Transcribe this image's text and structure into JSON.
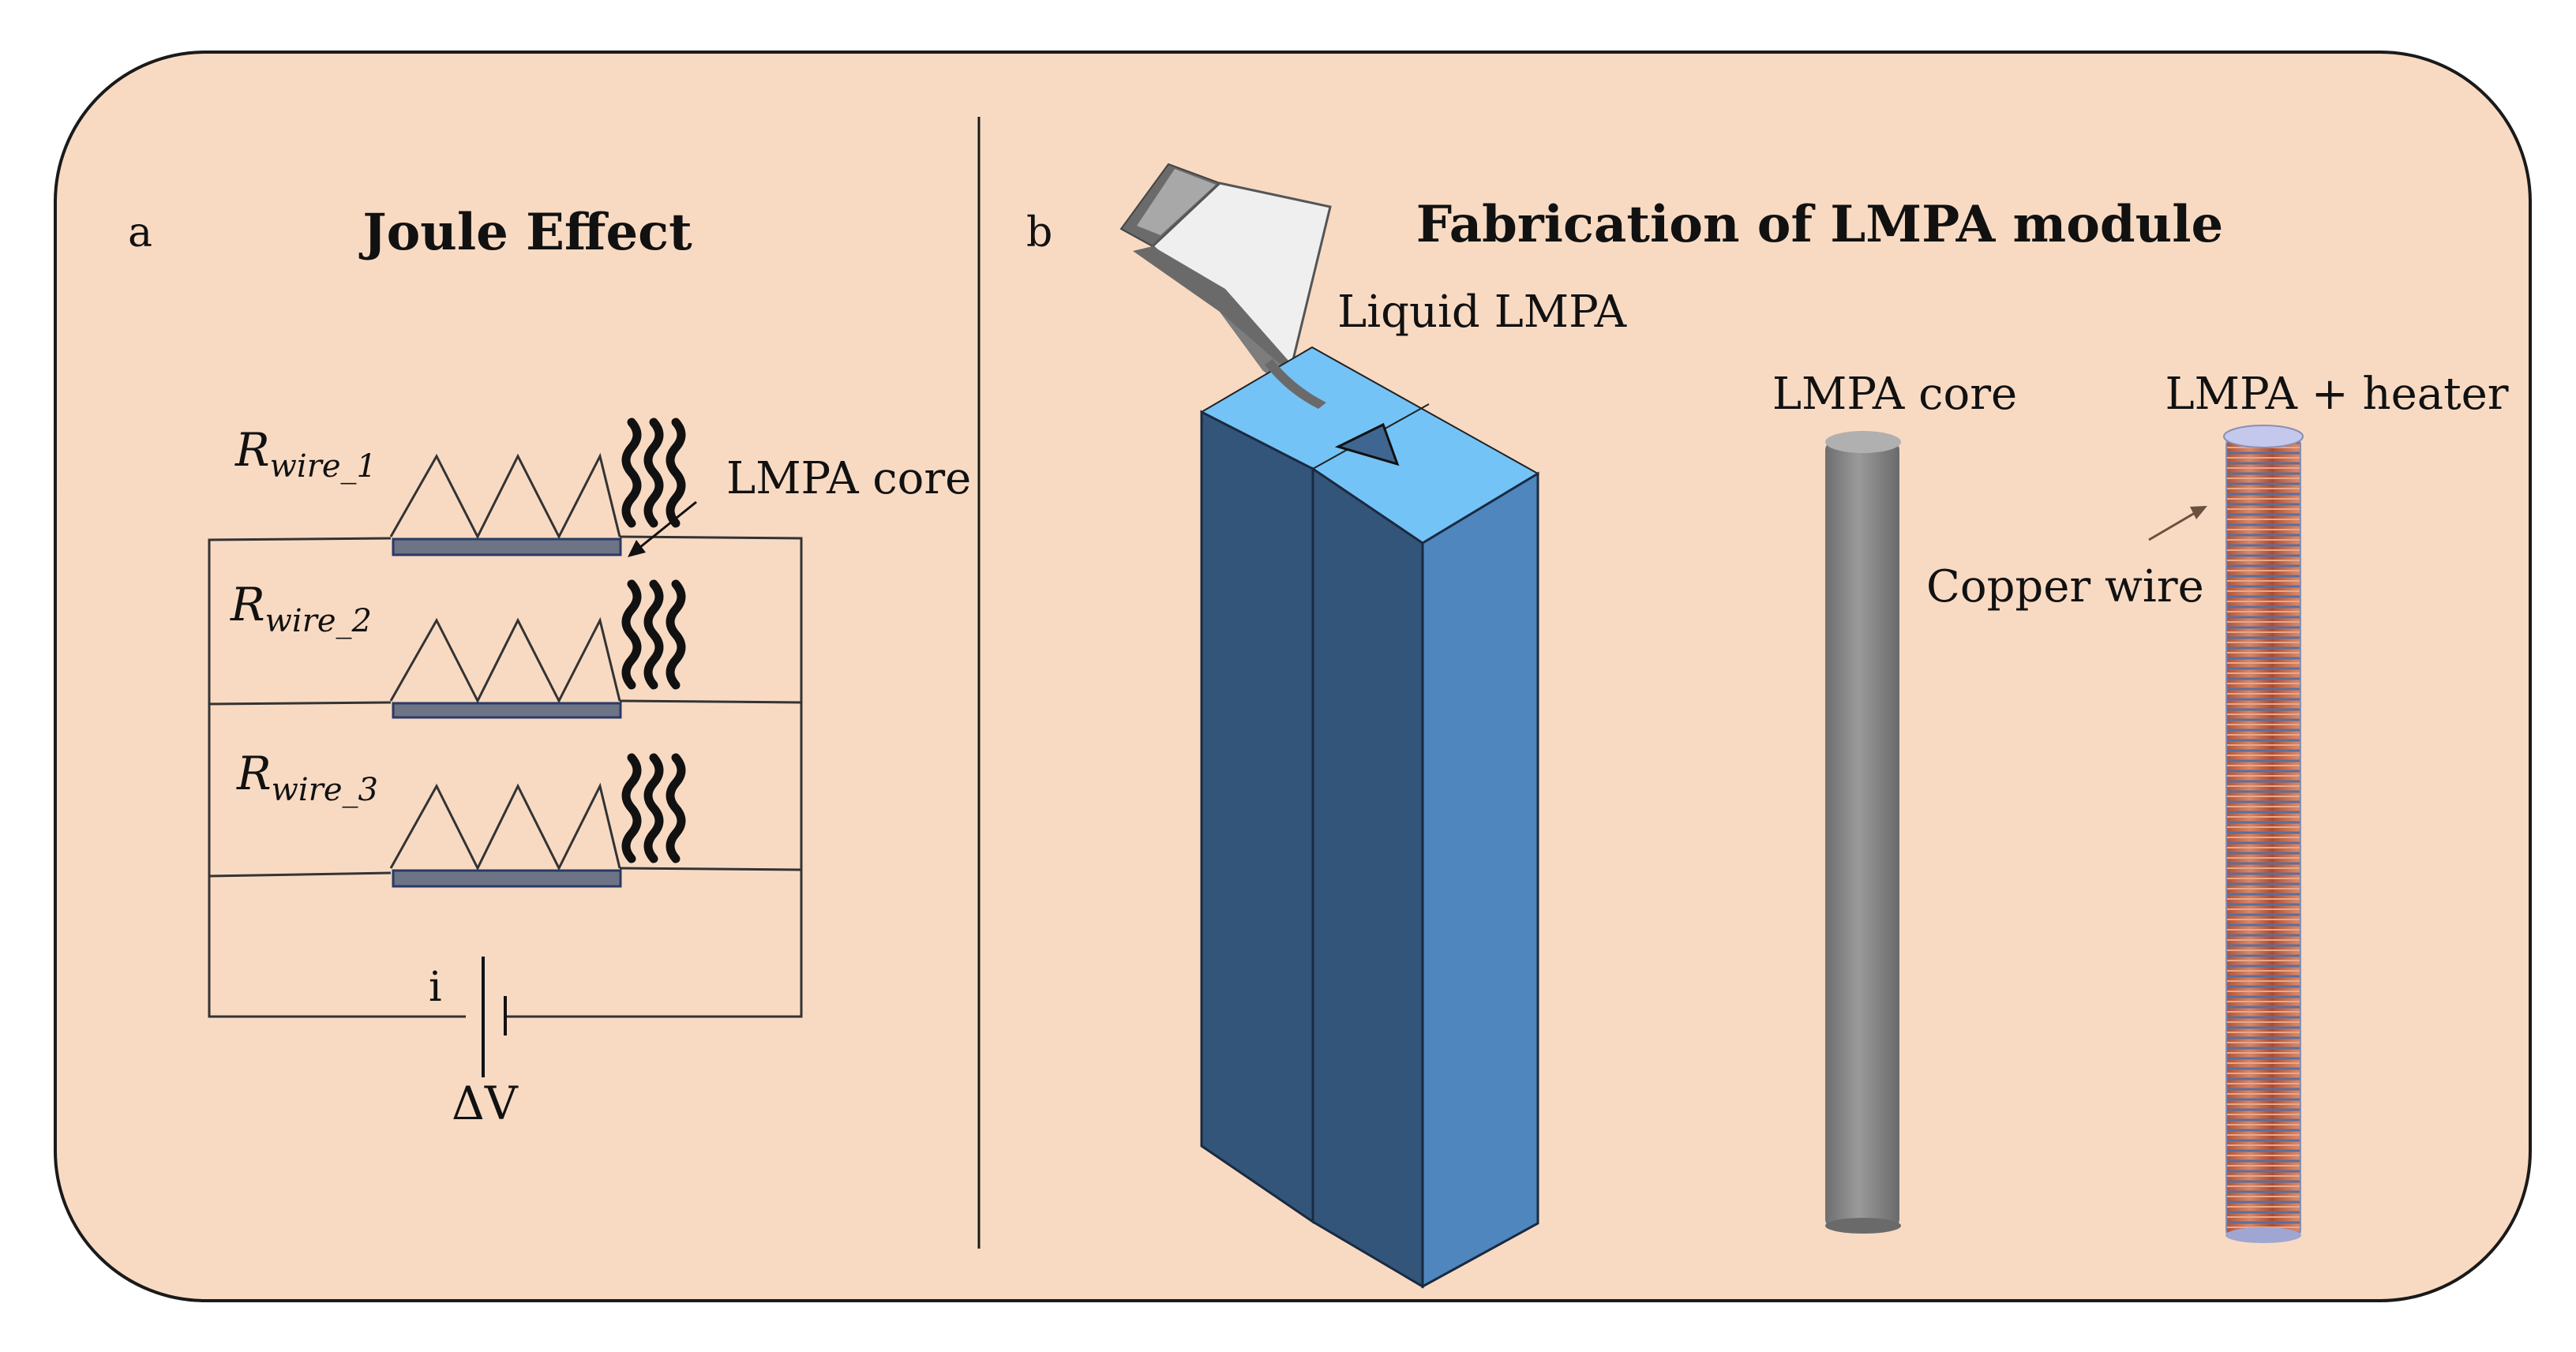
{
  "panel_a": {
    "letter": "a",
    "title": "Joule Effect",
    "resistor_labels": [
      {
        "R": "R",
        "sub": "wire_1"
      },
      {
        "R": "R",
        "sub": "wire_2"
      },
      {
        "R": "R",
        "sub": "wire_3"
      }
    ],
    "core_label": "LMPA core",
    "current_label": "i",
    "voltage_label": "ΔV"
  },
  "panel_b": {
    "letter": "b",
    "title": "Fabrication of LMPA module",
    "liquid_label": "Liquid LMPA",
    "core_label": "LMPA core",
    "heater_label": "LMPA + heater",
    "copper_label": "Copper wire"
  },
  "colors": {
    "background": "#f8dac3",
    "mold_top": "#6ec3f5",
    "mold_front_dark": "#33557a",
    "mold_side": "#4e86bd",
    "core_rod": "#7f7f7f",
    "copper": "#c8623e",
    "core_strip": "#6d7486"
  }
}
